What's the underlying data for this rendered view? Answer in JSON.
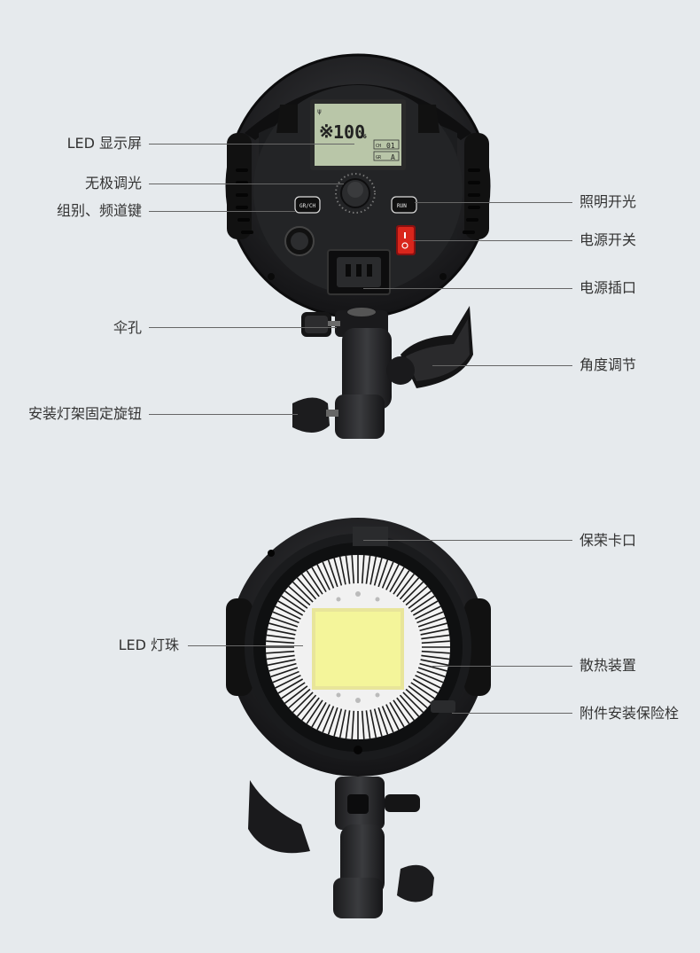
{
  "rear_view": {
    "lcd": {
      "reading": "100",
      "unit": "%",
      "ch_label": "CH",
      "ch_value": "01",
      "gr_label": "GR",
      "gr_value": "A"
    },
    "buttons": {
      "grch": "GR/CH",
      "run": "RUN"
    },
    "callouts": {
      "lcd": "LED 显示屏",
      "dimmer": "无极调光",
      "group_channel": "组别、频道键",
      "light_switch": "照明开光",
      "power_switch": "电源开关",
      "power_socket": "电源插口",
      "umbrella_hole": "伞孔",
      "angle": "角度调节",
      "mount_knob": "安装灯架固定旋钮"
    }
  },
  "front_view": {
    "callouts": {
      "bayonet": "保荣卡口",
      "led": "LED 灯珠",
      "heatsink": "散热装置",
      "safety_bolt": "附件安装保险栓"
    }
  },
  "colors": {
    "background": "#e6eaed",
    "body_dark": "#1e1f21",
    "lcd_green": "#b9c6a8",
    "led_yellow": "#f4f59a",
    "switch_red": "#d9261c"
  }
}
